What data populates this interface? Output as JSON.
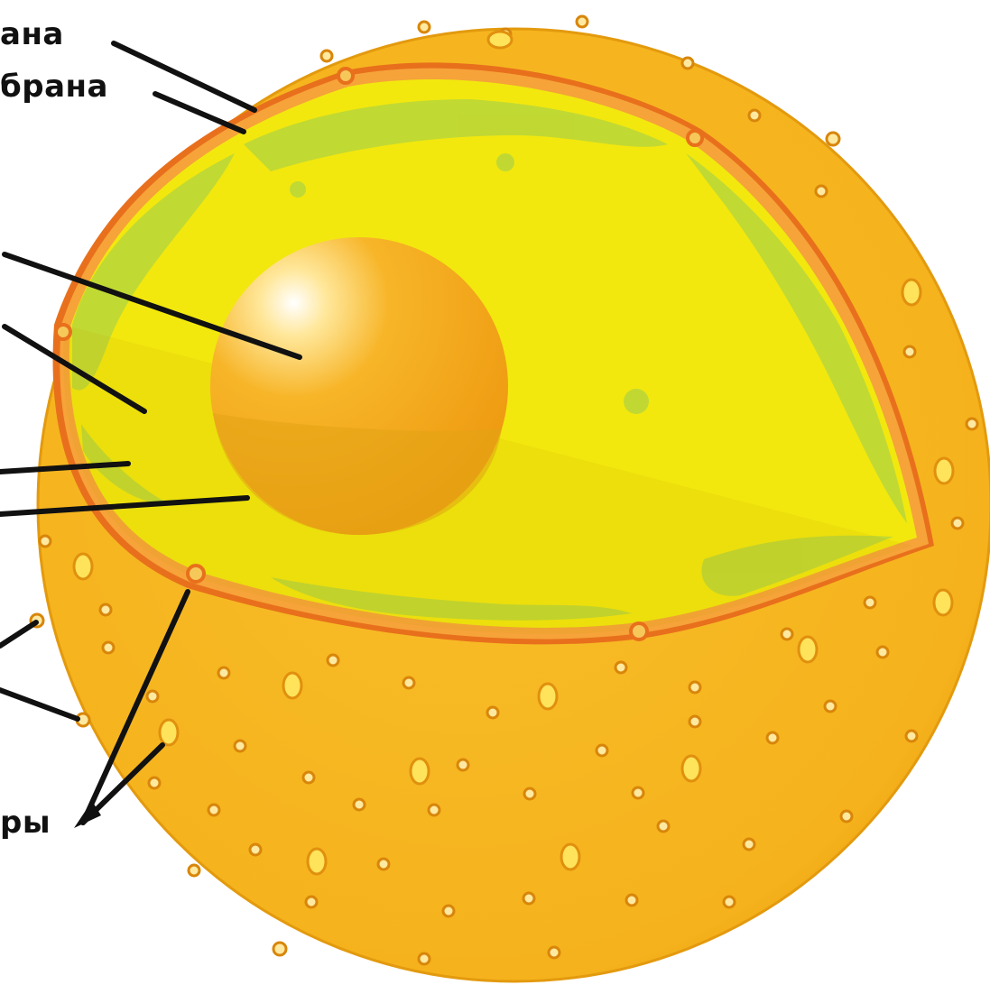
{
  "labels": {
    "top_1": "ана",
    "top_2": "брана",
    "pores": "ры"
  },
  "colors": {
    "cytoplasm": "#f5b21c",
    "cytoplasm_edge": "#e8a20e",
    "nuclear_envelope": "#e8701c",
    "nucleoplasm": "#f2e80e",
    "chromatin": "#b7d63a",
    "nucleolus": "#f3a417",
    "granule": "#ffe98a",
    "leader_line": "#111111"
  }
}
